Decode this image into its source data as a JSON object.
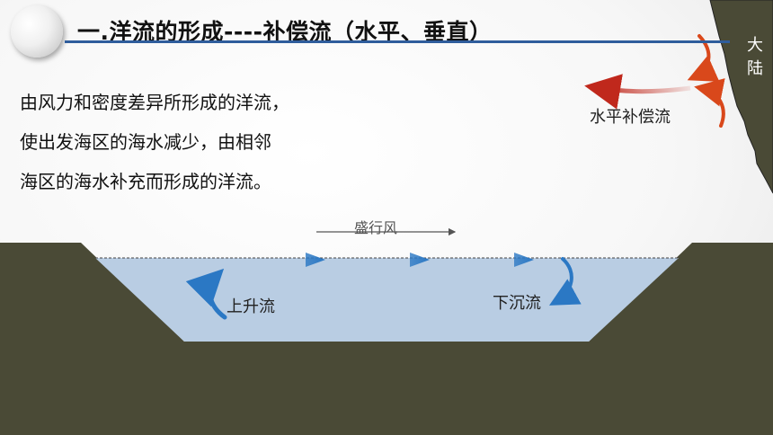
{
  "slide": {
    "title": "一.洋流的形成----补偿流（水平、垂直）",
    "body_lines": [
      "由风力和密度差异所形成的洋流，",
      "使出发海区的海水减少，由相邻",
      "海区的海水补充而形成的洋流。"
    ]
  },
  "diagram": {
    "continent_label": "大陆",
    "horizontal_label": "水平补偿流",
    "wind_label": "盛行风",
    "upwelling_label": "上升流",
    "downwelling_label": "下沉流"
  },
  "colors": {
    "title_line": "#2f5d9c",
    "land": "#4a4a36",
    "water": "#b9cde3",
    "current_arrow": "#2b78c4",
    "compensation_arrow": "#c0281c"
  }
}
